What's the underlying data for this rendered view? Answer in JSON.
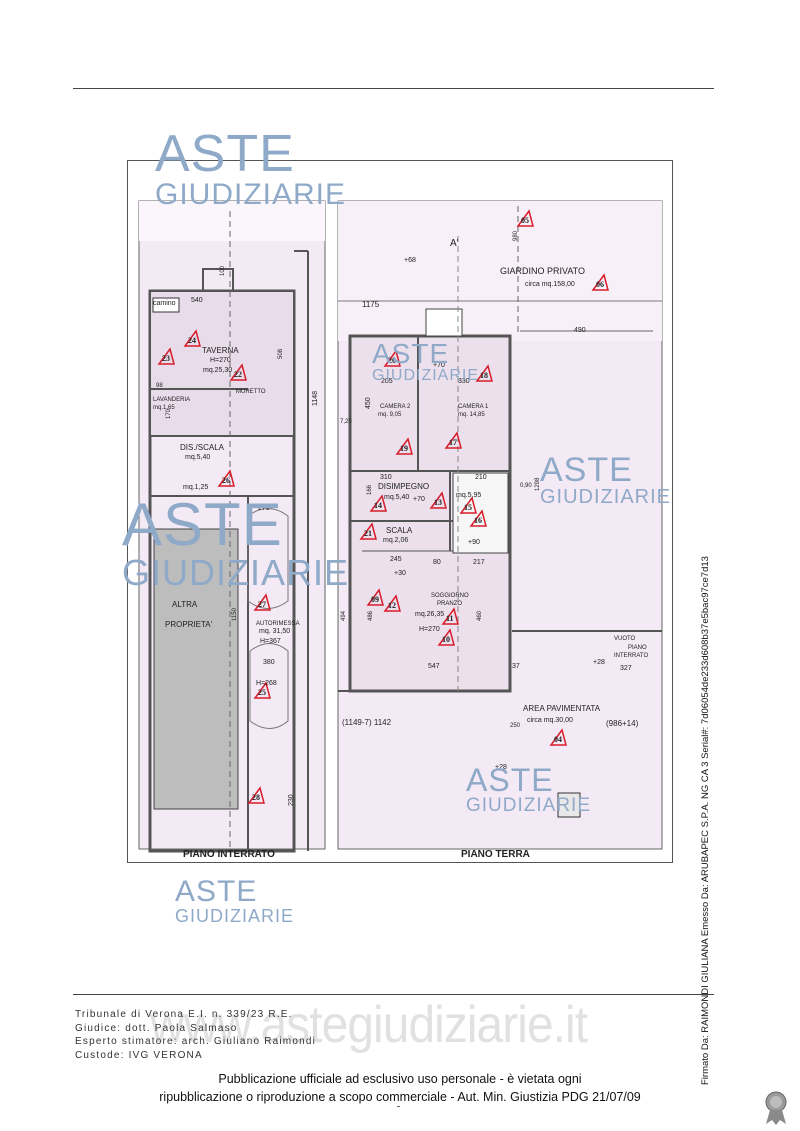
{
  "watermark": {
    "line1": "ASTE",
    "line2": "GIUDIZIARIE",
    "site": "www.astegiudiziarie.it"
  },
  "plan": {
    "left_title": "PIANO INTERRATO",
    "right_title": "PIANO TERRA",
    "left_labels": [
      {
        "id": "camino",
        "text": "camino"
      },
      {
        "id": "dim-540",
        "text": "540"
      },
      {
        "id": "dim-100",
        "text": "100"
      },
      {
        "id": "dim-508",
        "text": "508"
      },
      {
        "id": "taverna",
        "text": "TAVERNA"
      },
      {
        "id": "taverna-h",
        "text": "H=270"
      },
      {
        "id": "taverna-mq",
        "text": "mq.25,30"
      },
      {
        "id": "dim-98",
        "text": "98"
      },
      {
        "id": "lavanderia",
        "text": "LAVANDERIA"
      },
      {
        "id": "lavanderia-mq",
        "text": "mq.1,65"
      },
      {
        "id": "muretto",
        "text": "MURETTO"
      },
      {
        "id": "dim-170",
        "text": "170"
      },
      {
        "id": "dis-scala",
        "text": "DIS./SCALA"
      },
      {
        "id": "dis-scala-mq",
        "text": "mq.5,40"
      },
      {
        "id": "wc-mq",
        "text": "mq.1,25"
      },
      {
        "id": "dim-1148",
        "text": "1148"
      },
      {
        "id": "dim-271",
        "text": "271"
      },
      {
        "id": "altra",
        "text": "ALTRA"
      },
      {
        "id": "proprieta",
        "text": "PROPRIETA'"
      },
      {
        "id": "autorimessa",
        "text": "AUTORIMESSA"
      },
      {
        "id": "autorimessa-mq",
        "text": "mq. 31,50"
      },
      {
        "id": "autorimessa-h",
        "text": "H=367"
      },
      {
        "id": "dim-1150",
        "text": "1150"
      },
      {
        "id": "dim-380",
        "text": "380"
      },
      {
        "id": "h268",
        "text": "H=268"
      },
      {
        "id": "dim-230",
        "text": "230"
      }
    ],
    "right_labels": [
      {
        "id": "a-prime",
        "text": "A'"
      },
      {
        "id": "lvl-68",
        "text": "+68"
      },
      {
        "id": "dim-980",
        "text": "980"
      },
      {
        "id": "giardino",
        "text": "GIARDINO  PRIVATO"
      },
      {
        "id": "giardino-mq",
        "text": "circa mq.158,00"
      },
      {
        "id": "dim-1175",
        "text": "1175"
      },
      {
        "id": "dim-490",
        "text": "490"
      },
      {
        "id": "lvl-70a",
        "text": "+70"
      },
      {
        "id": "dim-205",
        "text": "205"
      },
      {
        "id": "dim-330",
        "text": "330"
      },
      {
        "id": "dim-450",
        "text": "450"
      },
      {
        "id": "camera2",
        "text": "CAMERA 2"
      },
      {
        "id": "camera2-mq",
        "text": "mq.  9,05"
      },
      {
        "id": "camera1",
        "text": "CAMERA 1"
      },
      {
        "id": "camera1-mq",
        "text": "mq.  14,85"
      },
      {
        "id": "dim-720",
        "text": "7,20"
      },
      {
        "id": "dim-310",
        "text": "310"
      },
      {
        "id": "dim-210",
        "text": "210"
      },
      {
        "id": "disimpegno",
        "text": "DISIMPEGNO"
      },
      {
        "id": "disimpegno-mq",
        "text": "mq.5,40"
      },
      {
        "id": "lvl-70b",
        "text": "+70"
      },
      {
        "id": "bagno-mq",
        "text": "mq.5,95"
      },
      {
        "id": "dim-090",
        "text": "0,90"
      },
      {
        "id": "dim-1298",
        "text": "1298"
      },
      {
        "id": "dim-166",
        "text": "166"
      },
      {
        "id": "scala",
        "text": "SCALA"
      },
      {
        "id": "scala-mq",
        "text": "mq.2,06"
      },
      {
        "id": "lvl-90",
        "text": "+90"
      },
      {
        "id": "dim-245",
        "text": "245"
      },
      {
        "id": "dim-80",
        "text": "80"
      },
      {
        "id": "dim-217",
        "text": "217"
      },
      {
        "id": "lvl-30",
        "text": "+30"
      },
      {
        "id": "soggiorno",
        "text": "SOGGIORNO"
      },
      {
        "id": "pranzo",
        "text": "PRANZO"
      },
      {
        "id": "soggiorno-mq",
        "text": "mq.26,35"
      },
      {
        "id": "soggiorno-h",
        "text": "H=270"
      },
      {
        "id": "dim-494",
        "text": "494"
      },
      {
        "id": "dim-486",
        "text": "486"
      },
      {
        "id": "dim-460",
        "text": "460"
      },
      {
        "id": "dim-547",
        "text": "547"
      },
      {
        "id": "dim-37",
        "text": "37"
      },
      {
        "id": "vuoto",
        "text": "VUOTO"
      },
      {
        "id": "piano",
        "text": "PIANO"
      },
      {
        "id": "interrato",
        "text": "INTERRATO"
      },
      {
        "id": "dim-327",
        "text": "327"
      },
      {
        "id": "lvl-28a",
        "text": "+28"
      },
      {
        "id": "dim-1142",
        "text": "(1149-7)  1142"
      },
      {
        "id": "area-pav",
        "text": "AREA PAVIMENTATA"
      },
      {
        "id": "area-pav-mq",
        "text": "circa mq.30,00"
      },
      {
        "id": "dim-250",
        "text": "250"
      },
      {
        "id": "dim-986",
        "text": "(986+14)"
      },
      {
        "id": "lvl-28b",
        "text": "+28"
      }
    ],
    "markers": [
      "05",
      "06",
      "20",
      "18",
      "17",
      "19",
      "14",
      "13",
      "15",
      "16",
      "21",
      "09",
      "12",
      "11",
      "10",
      "04",
      "24",
      "23",
      "22",
      "26",
      "27",
      "25",
      "28"
    ]
  },
  "footer": {
    "tribunale": "Tribunale di Verona E.I. n. 339/23 R.E.",
    "giudice": "Giudice: dott. Paola Salmaso",
    "esperto": "Esperto stimatore: arch. Giuliano Raimondi",
    "custode": "Custode: IVG VERONA",
    "notice_line1": "Pubblicazione ufficiale ad esclusivo uso personale - è vietata ogni",
    "notice_line2": "ripubblicazione o riproduzione a scopo commerciale - Aut. Min. Giustizia PDG 21/07/09"
  },
  "signature": "Firmato Da: RAIMONDI GIULIANA Emesso Da: ARUBAPEC S.P.A. NG CA 3 Serial#: 7d06054de233d608b37e5bac97ce7d13",
  "colors": {
    "plan_tint": "#f3e8f4",
    "wall": "#555555",
    "marker": "#d81c2a",
    "watermark": "#8fa9c8"
  }
}
